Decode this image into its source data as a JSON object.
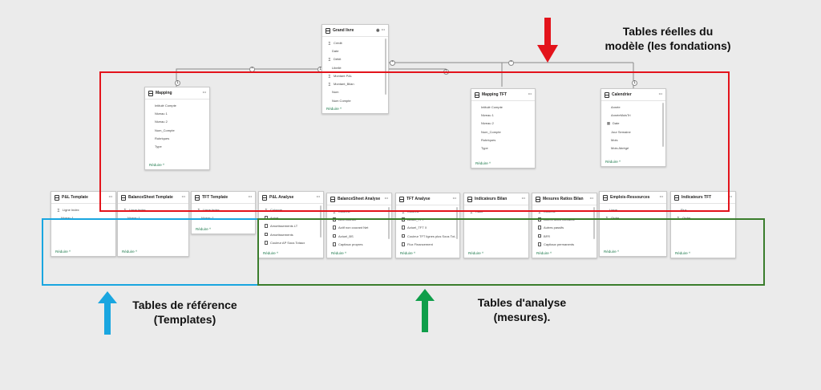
{
  "colors": {
    "foundation_box": "#e3131b",
    "reference_box": "#19a6e0",
    "analysis_box": "#3a7d2c",
    "arrow_red": "#e3131b",
    "arrow_blue": "#19a6e0",
    "arrow_green": "#0f9e4a",
    "link_green": "#1f7a4d"
  },
  "common": {
    "reduce_label": "Réduire ^"
  },
  "labels": {
    "foundations_line1": "Tables réelles  du",
    "foundations_line2": "modèle (les fondations)",
    "reference_line1": "Tables de référence",
    "reference_line2": "(Templates)",
    "analysis_line1": "Tables d'analyse",
    "analysis_line2": "(mesures)."
  },
  "relationships": [
    {
      "card": "1",
      "mark": "1"
    },
    {
      "card": "*",
      "mark": "*"
    },
    {
      "card": "1",
      "mark": "1"
    },
    {
      "card": "*",
      "mark": "*"
    },
    {
      "card": "1",
      "mark": "1"
    },
    {
      "card": "*",
      "mark": "*"
    },
    {
      "card": "1",
      "mark": "1"
    }
  ],
  "tables": {
    "grand_livre": {
      "title": "Grand livre",
      "fields": [
        {
          "icon": "sigma-icon",
          "name": "Crédit"
        },
        {
          "icon": "none",
          "name": "Date"
        },
        {
          "icon": "sigma-icon",
          "name": "Débit"
        },
        {
          "icon": "none",
          "name": "Libellé"
        },
        {
          "icon": "sigma-icon",
          "name": "Montant P&L"
        },
        {
          "icon": "sigma-icon",
          "name": "Montant_Bilan"
        },
        {
          "icon": "none",
          "name": "Num"
        },
        {
          "icon": "none",
          "name": "Num Compte"
        }
      ]
    },
    "mapping": {
      "title": "Mapping",
      "fields": [
        {
          "icon": "none",
          "name": "Intitulé Compte"
        },
        {
          "icon": "none",
          "name": "Niveau 1"
        },
        {
          "icon": "none",
          "name": "Niveau 2"
        },
        {
          "icon": "none",
          "name": "Num_Compte"
        },
        {
          "icon": "none",
          "name": "Rubriques"
        },
        {
          "icon": "none",
          "name": "Type"
        }
      ]
    },
    "mapping_tft": {
      "title": "Mapping TFT",
      "fields": [
        {
          "icon": "none",
          "name": "Intitulé Compte"
        },
        {
          "icon": "none",
          "name": "Niveau 1"
        },
        {
          "icon": "none",
          "name": "Niveau 2"
        },
        {
          "icon": "none",
          "name": "Num_Compte"
        },
        {
          "icon": "none",
          "name": "Rubriques"
        },
        {
          "icon": "none",
          "name": "Type"
        }
      ]
    },
    "calendrier": {
      "title": "Calendrier",
      "fields": [
        {
          "icon": "none",
          "name": "Année"
        },
        {
          "icon": "none",
          "name": "AnnéeMoisTri"
        },
        {
          "icon": "calendar-icon",
          "name": "Date"
        },
        {
          "icon": "none",
          "name": "Jour Semaine"
        },
        {
          "icon": "none",
          "name": "Mois"
        },
        {
          "icon": "none",
          "name": "Mois Abrégé"
        }
      ]
    },
    "pl_template": {
      "title": "P&L Template",
      "fields": [
        {
          "icon": "sigma-icon",
          "name": "Ligne Index"
        },
        {
          "icon": "none",
          "name": "Niveau 1"
        }
      ]
    },
    "balancesheet_template": {
      "title": "BalanceSheet Template",
      "fields": [
        {
          "icon": "sigma-icon",
          "name": "Ligne Index"
        },
        {
          "icon": "none",
          "name": "Niveau 1"
        }
      ]
    },
    "tft_template": {
      "title": "TFT Template",
      "fields": [
        {
          "icon": "sigma-icon",
          "name": "Ligne Index"
        },
        {
          "icon": "none",
          "name": "Niveau 1"
        }
      ]
    },
    "pl_analyse": {
      "title": "P&L Analyse",
      "fields": [
        {
          "icon": "sigma-icon",
          "name": "Colonne"
        },
        {
          "icon": "calc-icon",
          "name": "Achat"
        },
        {
          "icon": "calc-icon",
          "name": "Amortissements LT"
        },
        {
          "icon": "calc-icon",
          "name": "Amortissements"
        },
        {
          "icon": "calc-icon",
          "name": "Couleur AP Sous Totaux"
        }
      ]
    },
    "balancesheet_analyse": {
      "title": "BalanceSheet Analyse",
      "fields": [
        {
          "icon": "sigma-icon",
          "name": "Colonne"
        },
        {
          "icon": "calc-icon",
          "name": "Actif courant"
        },
        {
          "icon": "calc-icon",
          "name": "Actif non courant Net"
        },
        {
          "icon": "calc-icon",
          "name": "Actuel_BS"
        },
        {
          "icon": "calc-icon",
          "name": "Capitaux propres"
        }
      ]
    },
    "tft_analyse": {
      "title": "TFT Analyse",
      "fields": [
        {
          "icon": "sigma-icon",
          "name": "Colonne"
        },
        {
          "icon": "calc-icon",
          "name": "Actuel_TFT"
        },
        {
          "icon": "calc-icon",
          "name": "Actuel_TFT X"
        },
        {
          "icon": "calc-icon",
          "name": "Couleur TFT lignes plus Sous Tot..."
        },
        {
          "icon": "calc-icon",
          "name": "Flux Financement"
        }
      ]
    },
    "indicateurs_bilan": {
      "title": "Indicateurs Bilan",
      "fields": [
        {
          "icon": "sigma-icon",
          "name": "Ratio"
        }
      ]
    },
    "mesures_ratios_bilan": {
      "title": "Mesures Ratios Bilan",
      "fields": [
        {
          "icon": "sigma-icon",
          "name": "Colonne"
        },
        {
          "icon": "calc-icon",
          "name": "Autres actifs courants"
        },
        {
          "icon": "calc-icon",
          "name": "Autres passifs"
        },
        {
          "icon": "calc-icon",
          "name": "BFR"
        },
        {
          "icon": "calc-icon",
          "name": "Capitaux permanents"
        }
      ]
    },
    "emplois_ressources": {
      "title": "Emplois-Ressources",
      "fields": [
        {
          "icon": "none",
          "name": "Ligne"
        },
        {
          "icon": "sigma-icon",
          "name": "Ordre"
        }
      ]
    },
    "indicateurs_tft": {
      "title": "Indicateurs TFT",
      "fields": [
        {
          "icon": "none",
          "name": "Flux"
        },
        {
          "icon": "sigma-icon",
          "name": "Ordre"
        }
      ]
    }
  }
}
